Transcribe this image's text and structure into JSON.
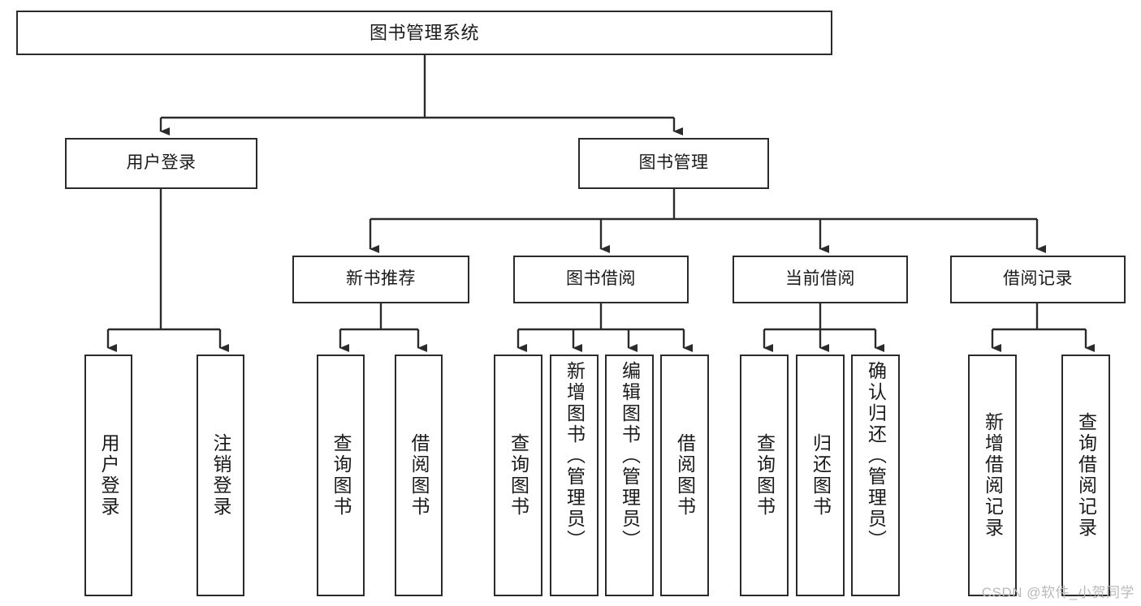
{
  "diagram": {
    "title": "图书管理系统",
    "type": "功能结构图",
    "stroke_color": "#2b2b2b",
    "background_color": "#ffffff",
    "text_color": "#1a1a1a"
  },
  "root": {
    "label": "图书管理系统"
  },
  "level2": [
    {
      "label": "用户登录"
    },
    {
      "label": "图书管理"
    }
  ],
  "level3": [
    {
      "label": "新书推荐"
    },
    {
      "label": "图书借阅"
    },
    {
      "label": "当前借阅"
    },
    {
      "label": "借阅记录"
    }
  ],
  "leaves": {
    "user_login": [
      {
        "label": "用户登录"
      },
      {
        "label": "注销登录"
      }
    ],
    "new_book_recommend": [
      {
        "label": "查询图书"
      },
      {
        "label": "借阅图书"
      }
    ],
    "book_borrow": [
      {
        "label": "查询图书"
      },
      {
        "label": "新增图书（管理员）"
      },
      {
        "label": "编辑图书（管理员）"
      },
      {
        "label": "借阅图书"
      }
    ],
    "current_borrow": [
      {
        "label": "查询图书"
      },
      {
        "label": "归还图书"
      },
      {
        "label": "确认归还（管理员）"
      }
    ],
    "borrow_record": [
      {
        "label": "新增借阅记录"
      },
      {
        "label": "查询借阅记录"
      }
    ]
  },
  "watermark": {
    "text": "CSDN @软件_小贺同学"
  }
}
